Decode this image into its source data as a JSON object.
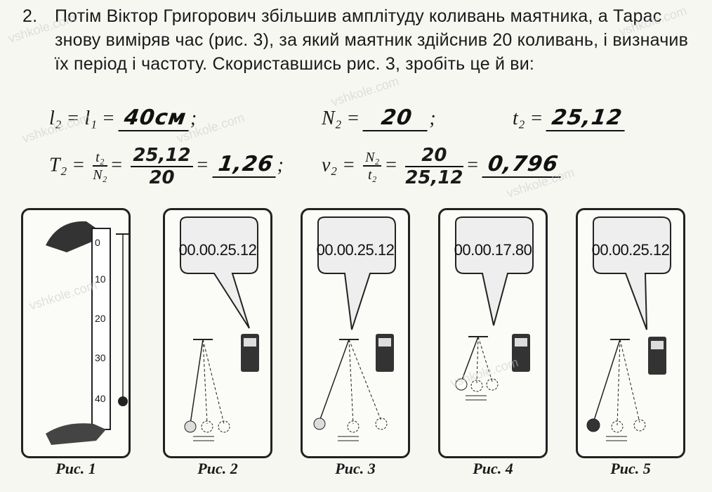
{
  "task": {
    "number": "2.",
    "text": "Потім Віктор Григорович збільшив амплітуду коливань маятника, а Тарас знову виміряв час (рис. 3), за який маятник здійснив 20 коливань, і визначив їх період і частоту. Скориставшись рис. 3, зробіть це й ви:"
  },
  "formulas": {
    "length_lhs": "l₂ = l₁ =",
    "length_value": "40см",
    "n_lhs": "N₂ =",
    "n_value": "20",
    "t_lhs": "t₂ =",
    "t_value": "25,12",
    "period_lhs": "T₂ =",
    "period_frac_top": "t₂",
    "period_frac_bot": "N₂",
    "period_calc_top": "25,12",
    "period_calc_bot": "20",
    "period_result": "1,26",
    "freq_lhs": "ν₂ =",
    "freq_frac_top": "N₂",
    "freq_frac_bot": "t₂",
    "freq_calc_top": "20",
    "freq_calc_bot": "25,12",
    "freq_result": "0,796"
  },
  "figures": [
    {
      "caption": "Рис. 1",
      "ruler_ticks": [
        "0",
        "10",
        "20",
        "30",
        "40"
      ]
    },
    {
      "caption": "Рис. 2",
      "timer": "00.00.25.12"
    },
    {
      "caption": "Рис. 3",
      "timer": "00.00.25.12"
    },
    {
      "caption": "Рис. 4",
      "timer": "00.00.17.80"
    },
    {
      "caption": "Рис. 5",
      "timer": "00.00.25.12"
    }
  ],
  "watermark": "vshkole.com"
}
